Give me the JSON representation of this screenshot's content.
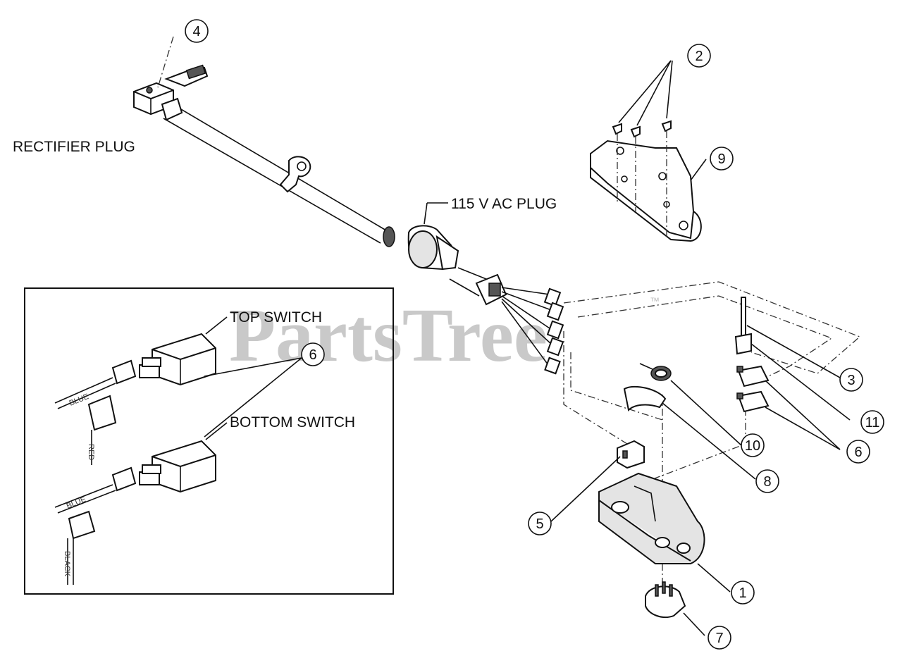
{
  "labels": {
    "rectifier_plug": "RECTIFIER PLUG",
    "ac_plug": "115 V AC PLUG",
    "top_switch": "TOP SWITCH",
    "bottom_switch": "BOTTOM SWITCH"
  },
  "callouts": [
    "1",
    "2",
    "3",
    "4",
    "5",
    "6",
    "6",
    "7",
    "8",
    "9",
    "10",
    "11"
  ],
  "wire_colors": {
    "blue_1": "BLUE",
    "red": "RED",
    "blue_2": "BLUE",
    "black": "BLACK"
  },
  "watermark": {
    "text": "PartsTree",
    "mark": "™"
  }
}
